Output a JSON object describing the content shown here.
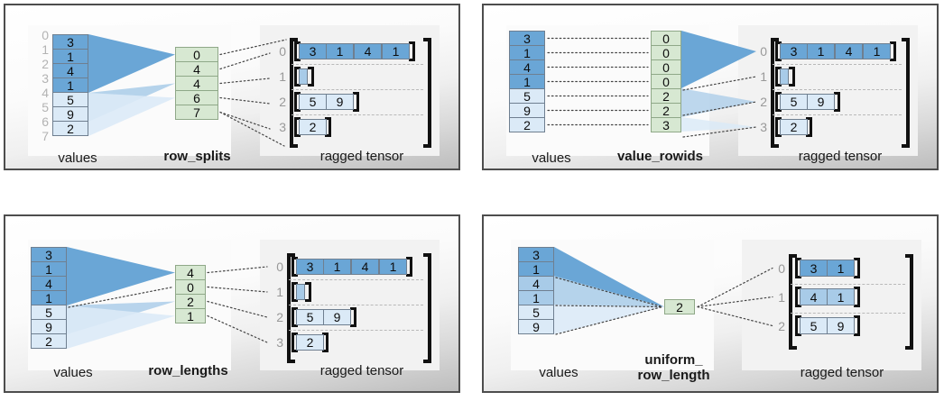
{
  "colors": {
    "value_dark": "#6aa6d6",
    "value_mid": "#a8cbe8",
    "value_light": "#dbeaf7",
    "green": "#d7e8d2",
    "panel_border": "#4d4d4d",
    "index_gray": "#b3b3b3",
    "dash_gray": "#b9b9b9",
    "bracket": "#111111"
  },
  "panels": [
    {
      "id": "row-splits",
      "values_label": "values",
      "partition_label": "row_splits",
      "partition_bold": true,
      "tensor_label": "ragged tensor",
      "values": [
        "3",
        "1",
        "4",
        "1",
        "5",
        "9",
        "2"
      ],
      "value_shades": [
        "dark",
        "dark",
        "dark",
        "dark",
        "light",
        "light",
        "light"
      ],
      "value_index_labels": [
        "0",
        "1",
        "2",
        "3",
        "4",
        "5",
        "6",
        "7"
      ],
      "show_value_index": true,
      "partition_values": [
        "0",
        "4",
        "4",
        "6",
        "7"
      ],
      "tensor_row_labels": [
        "0",
        "1",
        "2",
        "3"
      ],
      "tensor_rows": [
        {
          "cells": [
            "3",
            "1",
            "4",
            "1"
          ],
          "shade": "dark"
        },
        {
          "cells": [],
          "shade": "mid"
        },
        {
          "cells": [
            "5",
            "9"
          ],
          "shade": "light"
        },
        {
          "cells": [
            "2"
          ],
          "shade": "light"
        }
      ]
    },
    {
      "id": "value-rowids",
      "values_label": "values",
      "partition_label": "value_rowids",
      "partition_bold": true,
      "tensor_label": "ragged tensor",
      "values": [
        "3",
        "1",
        "4",
        "1",
        "5",
        "9",
        "2"
      ],
      "value_shades": [
        "dark",
        "dark",
        "dark",
        "dark",
        "light",
        "light",
        "light"
      ],
      "value_index_labels": [],
      "show_value_index": false,
      "partition_values": [
        "0",
        "0",
        "0",
        "0",
        "2",
        "2",
        "3"
      ],
      "tensor_row_labels": [
        "0",
        "1",
        "2",
        "3"
      ],
      "tensor_rows": [
        {
          "cells": [
            "3",
            "1",
            "4",
            "1"
          ],
          "shade": "dark"
        },
        {
          "cells": [],
          "shade": "mid"
        },
        {
          "cells": [
            "5",
            "9"
          ],
          "shade": "light"
        },
        {
          "cells": [
            "2"
          ],
          "shade": "light"
        }
      ]
    },
    {
      "id": "row-lengths",
      "values_label": "values",
      "partition_label": "row_lengths",
      "partition_bold": true,
      "tensor_label": "ragged tensor",
      "values": [
        "3",
        "1",
        "4",
        "1",
        "5",
        "9",
        "2"
      ],
      "value_shades": [
        "dark",
        "dark",
        "dark",
        "dark",
        "light",
        "light",
        "light"
      ],
      "value_index_labels": [],
      "show_value_index": false,
      "partition_values": [
        "4",
        "0",
        "2",
        "1"
      ],
      "tensor_row_labels": [
        "0",
        "1",
        "2",
        "3"
      ],
      "tensor_rows": [
        {
          "cells": [
            "3",
            "1",
            "4",
            "1"
          ],
          "shade": "dark"
        },
        {
          "cells": [],
          "shade": "mid"
        },
        {
          "cells": [
            "5",
            "9"
          ],
          "shade": "light"
        },
        {
          "cells": [
            "2"
          ],
          "shade": "light"
        }
      ]
    },
    {
      "id": "uniform-row-length",
      "values_label": "values",
      "partition_label": "uniform_\nrow_length",
      "partition_bold": true,
      "tensor_label": "ragged tensor",
      "values": [
        "3",
        "1",
        "4",
        "1",
        "5",
        "9"
      ],
      "value_shades": [
        "dark",
        "dark",
        "mid",
        "mid",
        "light",
        "light"
      ],
      "value_index_labels": [],
      "show_value_index": false,
      "partition_values": [
        "2"
      ],
      "tensor_row_labels": [
        "0",
        "1",
        "2"
      ],
      "tensor_rows": [
        {
          "cells": [
            "3",
            "1"
          ],
          "shade": "dark"
        },
        {
          "cells": [
            "4",
            "1"
          ],
          "shade": "mid"
        },
        {
          "cells": [
            "5",
            "9"
          ],
          "shade": "light"
        }
      ]
    }
  ]
}
